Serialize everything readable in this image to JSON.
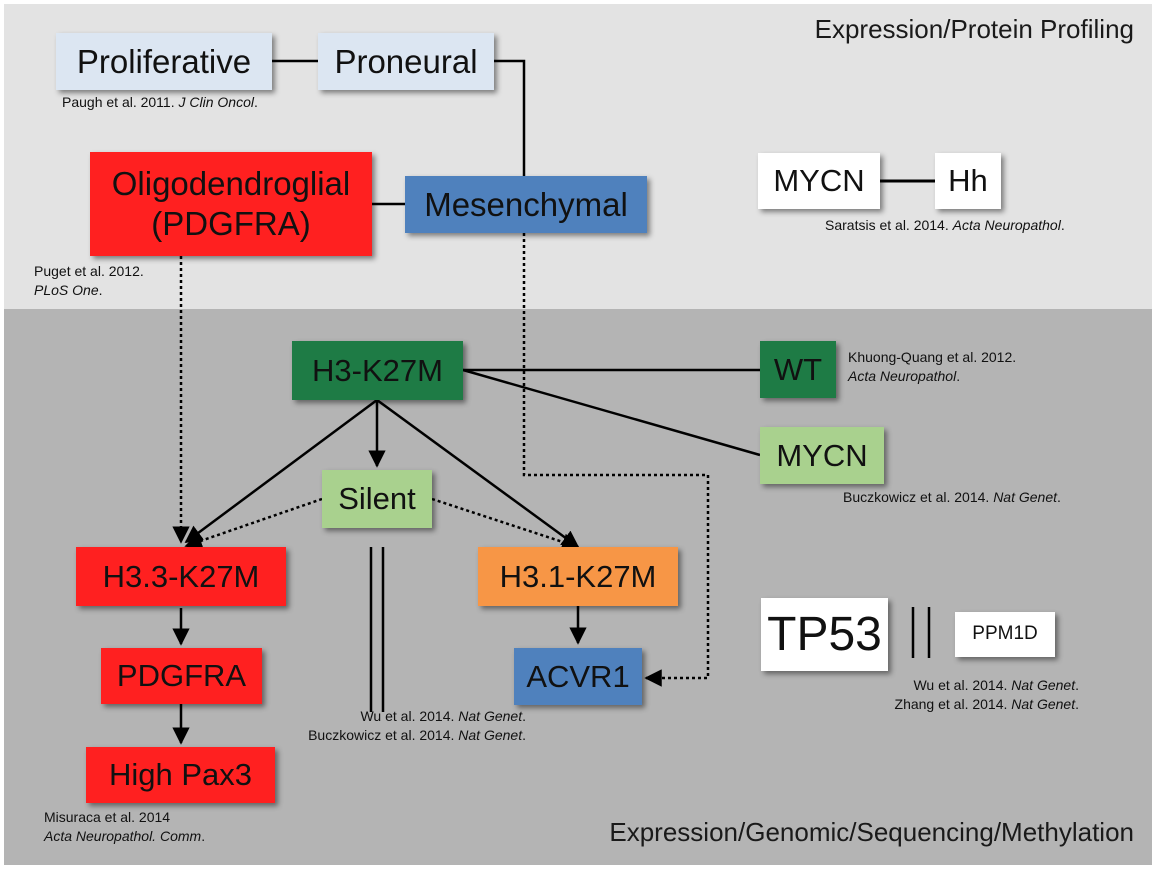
{
  "sections": {
    "top_title": "Expression/Protein Profiling",
    "bottom_title": "Expression/Genomic/Sequencing/Methylation"
  },
  "nodes": {
    "proliferative": "Proliferative",
    "proneural": "Proneural",
    "oligodendroglial_line1": "Oligodendroglial",
    "oligodendroglial_line2": "(PDGFRA)",
    "mesenchymal": "Mesenchymal",
    "mycn_top": "MYCN",
    "hh": "Hh",
    "h3_k27m": "H3-K27M",
    "wt": "WT",
    "mycn_mid": "MYCN",
    "silent": "Silent",
    "h33_k27m": "H3.3-K27M",
    "h31_k27m": "H3.1-K27M",
    "pdgfra": "PDGFRA",
    "acvr1": "ACVR1",
    "high_pax3": "High Pax3",
    "tp53": "TP53",
    "ppm1d": "PPM1D"
  },
  "references": {
    "paugh": {
      "authors": "Paugh et al. 2011. ",
      "journal": "J Clin Oncol",
      "suffix": "."
    },
    "puget_line1": "Puget et al. 2012.",
    "puget_line2": {
      "journal": "PLoS One",
      "suffix": "."
    },
    "saratsis": {
      "authors": "Saratsis et al. 2014. ",
      "journal": "Acta Neuropathol",
      "suffix": "."
    },
    "khuong_line1": "Khuong-Quang et al. 2012.",
    "khuong_line2": {
      "journal": "Acta Neuropathol",
      "suffix": "."
    },
    "buczkowicz_top": {
      "authors": "Buczkowicz et al. 2014. ",
      "journal": "Nat Genet",
      "suffix": "."
    },
    "wu_center": {
      "authors": "Wu et al. 2014. ",
      "journal": "Nat Genet",
      "suffix": "."
    },
    "buczkowicz_center": {
      "authors": "Buczkowicz et al. 2014. ",
      "journal": "Nat Genet",
      "suffix": "."
    },
    "wu_right": {
      "authors": "Wu et al. 2014. ",
      "journal": "Nat Genet",
      "suffix": "."
    },
    "zhang_right": {
      "authors": "Zhang et al. 2014. ",
      "journal": "Nat Genet",
      "suffix": "."
    },
    "misuraca_line1": "Misuraca et al. 2014",
    "misuraca_line2": {
      "journal": "Acta Neuropathol. Comm",
      "suffix": "."
    }
  },
  "colors": {
    "top_band": "#e3e3e3",
    "bottom_band": "#b4b4b4",
    "pale_blue": "#dce6f2",
    "red": "#ff2020",
    "blue": "#4f81bd",
    "dark_green": "#1e7b45",
    "light_green": "#a9d18e",
    "orange": "#f79646",
    "white": "#ffffff",
    "line": "#000000"
  }
}
